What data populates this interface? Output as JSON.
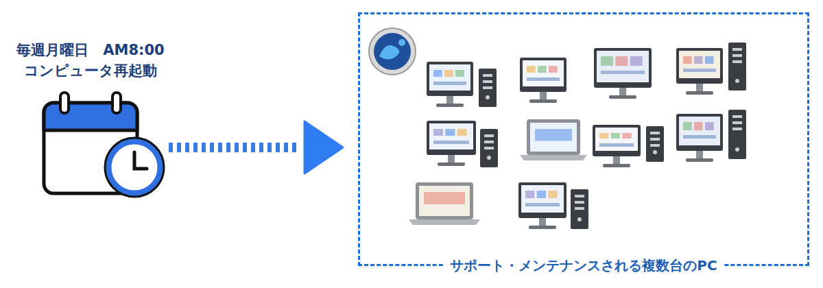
{
  "diagram": {
    "nodes": [
      {
        "text": [
          "毎週月曜日　AM8:00 コンピュータ再起動"
        ]
      },
      {
        "text": [
          "サポート・メンテナンスされる複数台のPC"
        ]
      }
    ],
    "edges": [
      {
        "from": 0,
        "to": 1,
        "arrow": "to"
      }
    ]
  }
}
